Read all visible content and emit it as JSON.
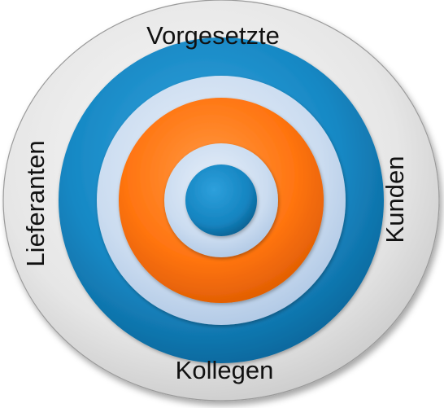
{
  "diagram": {
    "labels": {
      "top": "Vorgesetzte",
      "bottom": "Kollegen",
      "left": "Lieferanten",
      "right": "Kunden"
    },
    "rings": [
      {
        "name": "outer-ring",
        "color": "#e3e3e3"
      },
      {
        "name": "blue-ring",
        "color": "#1688c4"
      },
      {
        "name": "light-blue-ring",
        "color": "#cbdcf0"
      },
      {
        "name": "orange-ring",
        "color": "#ff7410"
      },
      {
        "name": "light-ring",
        "color": "#cbdcf0"
      },
      {
        "name": "center-disc",
        "color": "#1688c4"
      }
    ]
  }
}
